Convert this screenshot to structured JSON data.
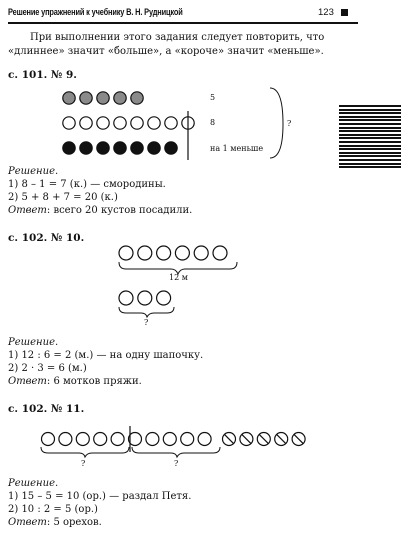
{
  "header": {
    "title": "Решение упражнений к учебнику В. Н. Рудницкой",
    "page_number": "123"
  },
  "intro": {
    "line1": "При выполнении этого задания следует повторить, что",
    "line2": "«длиннее» значит «больше», а «короче» значит «меньше»."
  },
  "task1": {
    "heading": "с. 101. № 9.",
    "label_row1": "5",
    "label_row2": "8",
    "label_row3": "на 1 меньше",
    "label_question": "?",
    "solution_label": "Решение.",
    "step1": "1) 8 – 1 = 7 (к.) — смородины.",
    "step2": "2) 5 + 8 + 7 = 20 (к.)",
    "answer_label": "Ответ",
    "answer_text": ": всего 20 кустов посадили."
  },
  "task2": {
    "heading": "с. 102. № 10.",
    "brace_top_label": "12 м",
    "brace_bottom_label": "?",
    "solution_label": "Решение.",
    "step1": "1) 12 : 6 = 2 (м.) — на одну шапочку.",
    "step2": "2) 2 · 3 = 6 (м.)",
    "answer_label": "Ответ",
    "answer_text": ": 6 мотков пряжи."
  },
  "task3": {
    "heading": "с. 102. № 11.",
    "brace_left_label": "?",
    "brace_right_label": "?",
    "solution_label": "Решение.",
    "step1": "1) 15 – 5 = 10 (ор.) — раздал Петя.",
    "step2": "2) 10 : 2 = 5 (ор.)",
    "answer_label": "Ответ",
    "answer_text": ": 5 орехов."
  },
  "colors": {
    "gray_circle": "#8a8a8a",
    "black_circle": "#111111",
    "ink": "#111111"
  }
}
